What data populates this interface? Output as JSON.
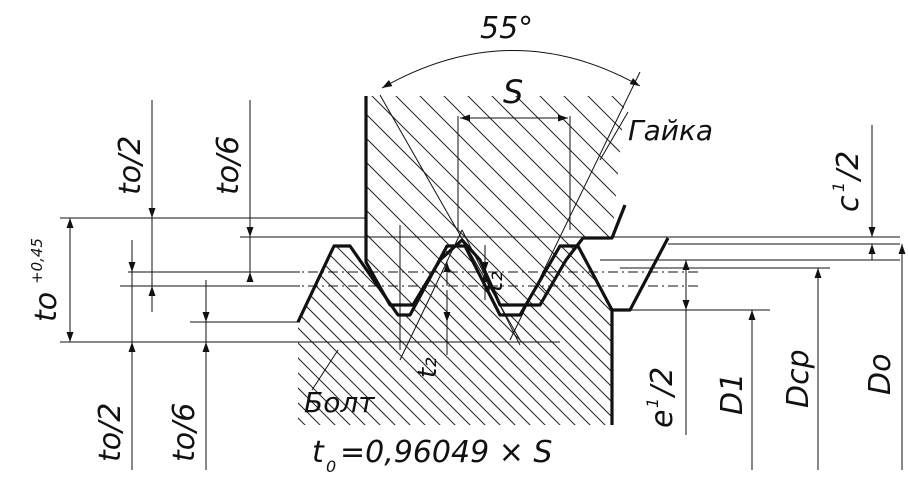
{
  "labels": {
    "angle": "55°",
    "pitch": "S",
    "nut": "Гайка",
    "bolt": "Болт",
    "to_half_top": "to/2",
    "to_sixth_top": "to/6",
    "to_half_bottom": "to/2",
    "to_sixth_bottom": "to/6",
    "to_tol_base": "to",
    "to_tol_sup": "+0,45",
    "c_half_base": "c",
    "c_half_sup": "1",
    "c_half_tail": "/2",
    "e_half_base": "e",
    "e_half_sup": "1",
    "e_half_tail": "/2",
    "t2_upper": "t₂",
    "t2_lower": "t₂",
    "d1": "D1",
    "dsr": "Dср",
    "do": "Do",
    "formula_base": "t",
    "formula_sub": "0",
    "formula_rest": " =0,96049 × S"
  },
  "colors": {
    "ink": "#111111",
    "background": "#ffffff"
  }
}
